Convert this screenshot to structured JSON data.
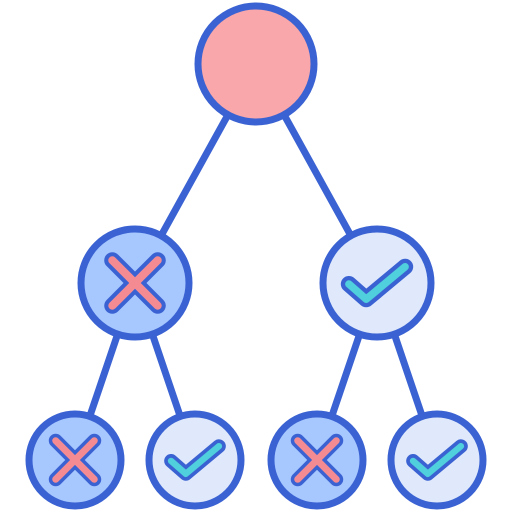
{
  "colors": {
    "outline": "#3a62d2",
    "root_fill": "#f9a7aa",
    "x_node_fill": "#a7c7ff",
    "check_node_fill": "#dfe9fb",
    "x_mark": "#f48b93",
    "check_mark": "#4fd0dc"
  },
  "tree": {
    "root": {
      "icon": "circle-node"
    },
    "level1": [
      {
        "icon": "x-mark-icon",
        "state": "rejected"
      },
      {
        "icon": "check-mark-icon",
        "state": "accepted"
      }
    ],
    "level2": [
      {
        "icon": "x-mark-icon",
        "state": "rejected"
      },
      {
        "icon": "check-mark-icon",
        "state": "accepted"
      },
      {
        "icon": "x-mark-icon",
        "state": "rejected"
      },
      {
        "icon": "check-mark-icon",
        "state": "accepted"
      }
    ]
  }
}
